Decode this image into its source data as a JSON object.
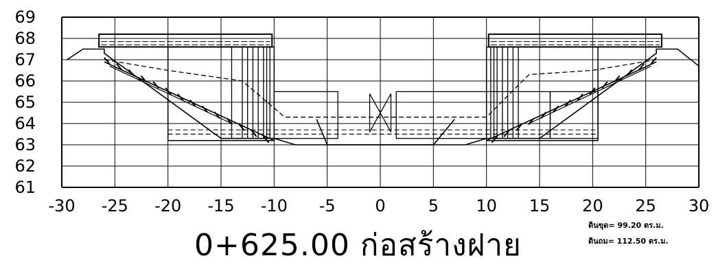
{
  "section": {
    "station_label": "0+625.00 ก่อสร้างฝาย",
    "cut_volume": "ดินขุด= 99.20 ตร.ม.",
    "fill_volume": "ดินถม= 112.50 ตร.ม."
  },
  "axes": {
    "x_ticks": [
      "-30",
      "-25",
      "-20",
      "-15",
      "-10",
      "-5",
      "0",
      "5",
      "10",
      "15",
      "20",
      "25",
      "30"
    ],
    "y_ticks": [
      "69",
      "68",
      "67",
      "66",
      "65",
      "64",
      "63",
      "62",
      "61"
    ],
    "x_range": [
      -30,
      30
    ],
    "y_range": [
      61,
      69
    ],
    "grid": true
  },
  "profiles": {
    "original_ground": [
      [
        -29.5,
        67.0
      ],
      [
        -28,
        67.5
      ],
      [
        -26,
        67.5
      ],
      [
        -26,
        67.3
      ],
      [
        -15,
        63.3
      ],
      [
        -10,
        63.3
      ],
      [
        -8,
        63.0
      ],
      [
        8,
        63.0
      ],
      [
        10,
        63.3
      ],
      [
        15,
        63.3
      ],
      [
        26,
        67.3
      ],
      [
        26,
        67.5
      ],
      [
        28,
        67.5
      ],
      [
        30,
        66.7
      ]
    ],
    "existing_ground": [
      [
        -26,
        67.0
      ],
      [
        -20,
        66.5
      ],
      [
        -13,
        66.0
      ],
      [
        -9,
        64.3
      ],
      [
        -5,
        64.3
      ],
      [
        10,
        64.3
      ],
      [
        14,
        66.3
      ],
      [
        20,
        66.5
      ],
      [
        26,
        67.0
      ]
    ],
    "channel_bed": [
      [
        -6,
        64.2
      ],
      [
        -5,
        63.0
      ],
      [
        5,
        63.0
      ],
      [
        7,
        64.2
      ]
    ]
  },
  "colors": {
    "line": "#000000",
    "grid": "#000000",
    "background": "#ffffff"
  }
}
